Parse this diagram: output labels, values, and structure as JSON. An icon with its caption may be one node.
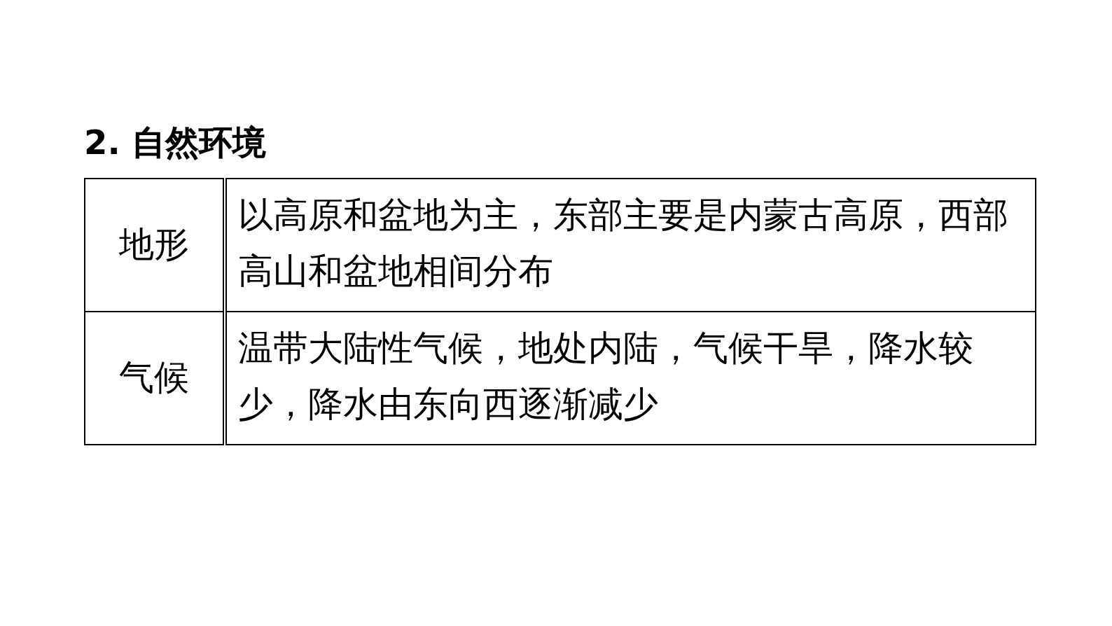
{
  "diagram": {
    "title": "2. 自然环境",
    "labels": [
      "地形",
      "以高原和盆地为主，东部主要是内蒙古高原，西部高山和盆地相间分布",
      "气候",
      "温带大陆性气候，地处内陆，气候干旱，降水较少，降水由东向西逐渐减少"
    ]
  }
}
